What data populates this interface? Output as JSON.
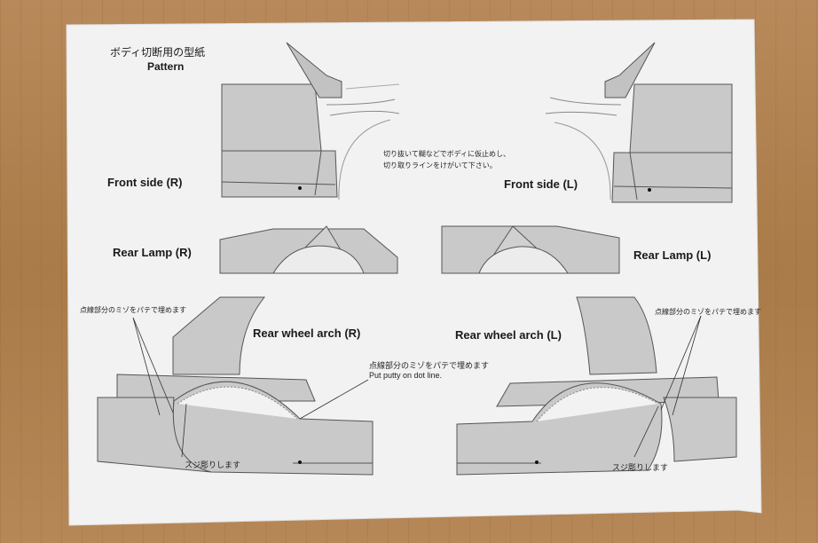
{
  "header": {
    "title_jp": "ボディ切断用の型紙",
    "title_en": "Pattern"
  },
  "sections": {
    "front_r": "Front side (R)",
    "front_l": "Front side (L)",
    "lamp_r": "Rear Lamp (R)",
    "lamp_l": "Rear Lamp (L)",
    "arch_r": "Rear wheel arch (R)",
    "arch_l": "Rear wheel arch (L)"
  },
  "notes": {
    "cut_line1": "切り抜いて糊などでボディに仮止めし、",
    "cut_line2": "切り取りラインをけがいて下さい。",
    "fill_left": "点線部分のミゾをパテで埋めます",
    "fill_right": "点線部分のミゾをパテで埋めます",
    "fill_center": "点線部分のミゾをパテで埋めます",
    "putty_en": "Put putty on dot line.",
    "scribe_left": "スジ彫りします",
    "scribe_right": "スジ彫りします"
  },
  "colors": {
    "background": "#b0844f",
    "paper": "#f2f2f2",
    "pattern_fill": "#c9c9c9",
    "pattern_light": "#e8e8e8",
    "outline": "#555555"
  }
}
